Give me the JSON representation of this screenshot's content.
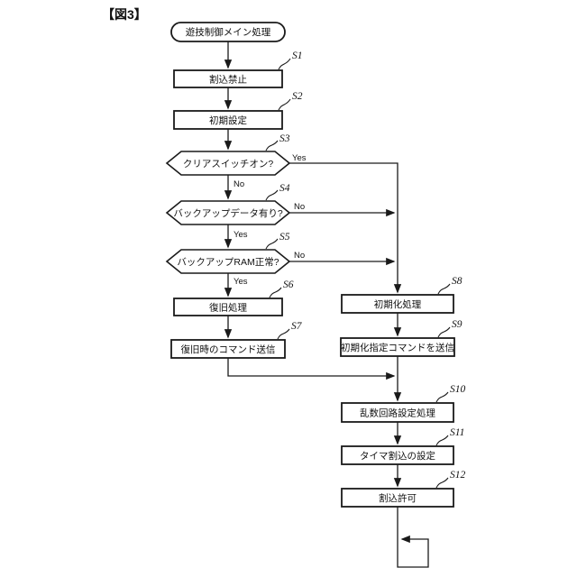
{
  "figure": {
    "title": "【図3】",
    "start_label": "遊技制御メイン処理",
    "branch": {
      "yes": "Yes",
      "no": "No"
    },
    "steps": [
      {
        "id": "S1",
        "label": "割込禁止",
        "type": "process"
      },
      {
        "id": "S2",
        "label": "初期設定",
        "type": "process"
      },
      {
        "id": "S3",
        "label": "クリアスイッチオン?",
        "type": "decision"
      },
      {
        "id": "S4",
        "label": "バックアップデータ有り?",
        "type": "decision"
      },
      {
        "id": "S5",
        "label": "バックアップRAM正常?",
        "type": "decision"
      },
      {
        "id": "S6",
        "label": "復旧処理",
        "type": "process"
      },
      {
        "id": "S7",
        "label": "復旧時のコマンド送信",
        "type": "process"
      },
      {
        "id": "S8",
        "label": "初期化処理",
        "type": "process"
      },
      {
        "id": "S9",
        "label": "初期化指定コマンドを送信",
        "type": "process"
      },
      {
        "id": "S10",
        "label": "乱数回路設定処理",
        "type": "process"
      },
      {
        "id": "S11",
        "label": "タイマ割込の設定",
        "type": "process"
      },
      {
        "id": "S12",
        "label": "割込許可",
        "type": "process"
      }
    ],
    "colors": {
      "ink": "#1a1a1a",
      "background": "#ffffff"
    }
  }
}
